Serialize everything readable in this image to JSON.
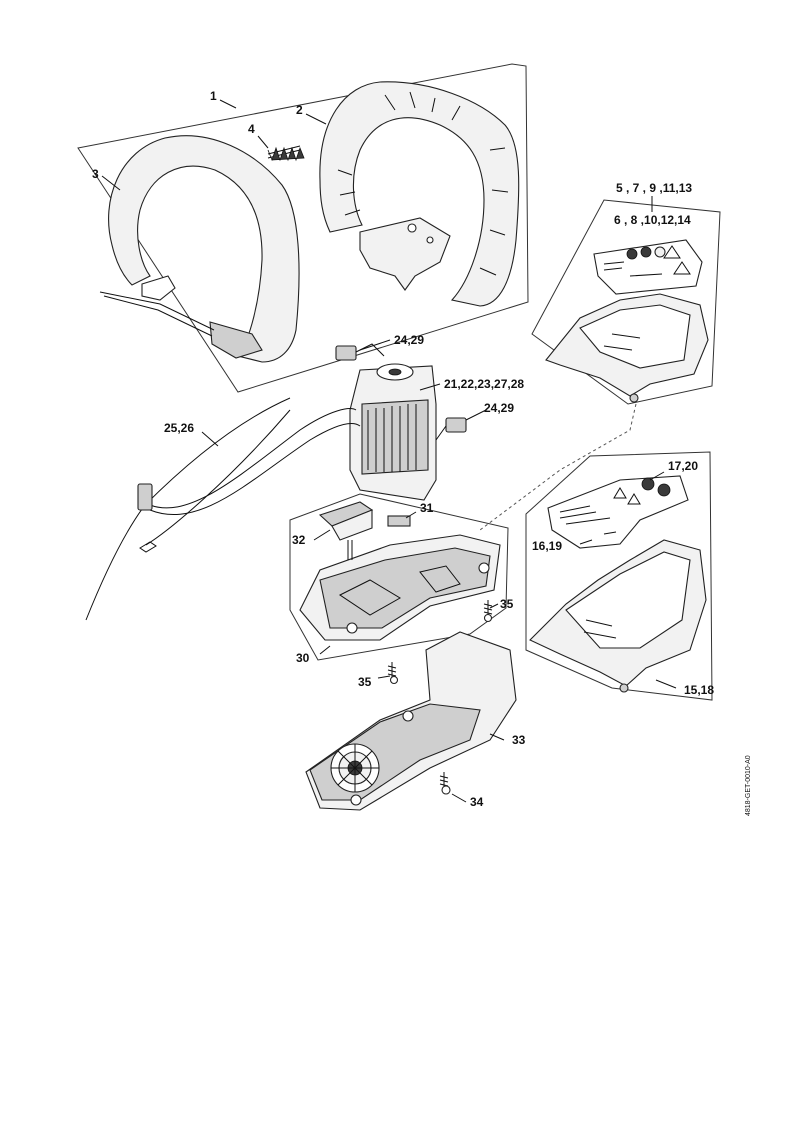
{
  "diagram": {
    "labels": {
      "l1": "1",
      "l2": "2",
      "l3": "3",
      "l4": "4",
      "l5": "5 , 7 , 9 ,11,13",
      "l6": "6 , 8 ,10,12,14",
      "l24a": "24,29",
      "l21": "21,22,23,27,28",
      "l24b": "24,29",
      "l25": "25,26",
      "l17": "17,20",
      "l31": "31",
      "l32": "32",
      "l16": "16,19",
      "l35a": "35",
      "l30": "30",
      "l35b": "35",
      "l15": "15,18",
      "l33": "33",
      "l34": "34"
    },
    "drawing_code": "4818-GET-0010-A0"
  }
}
